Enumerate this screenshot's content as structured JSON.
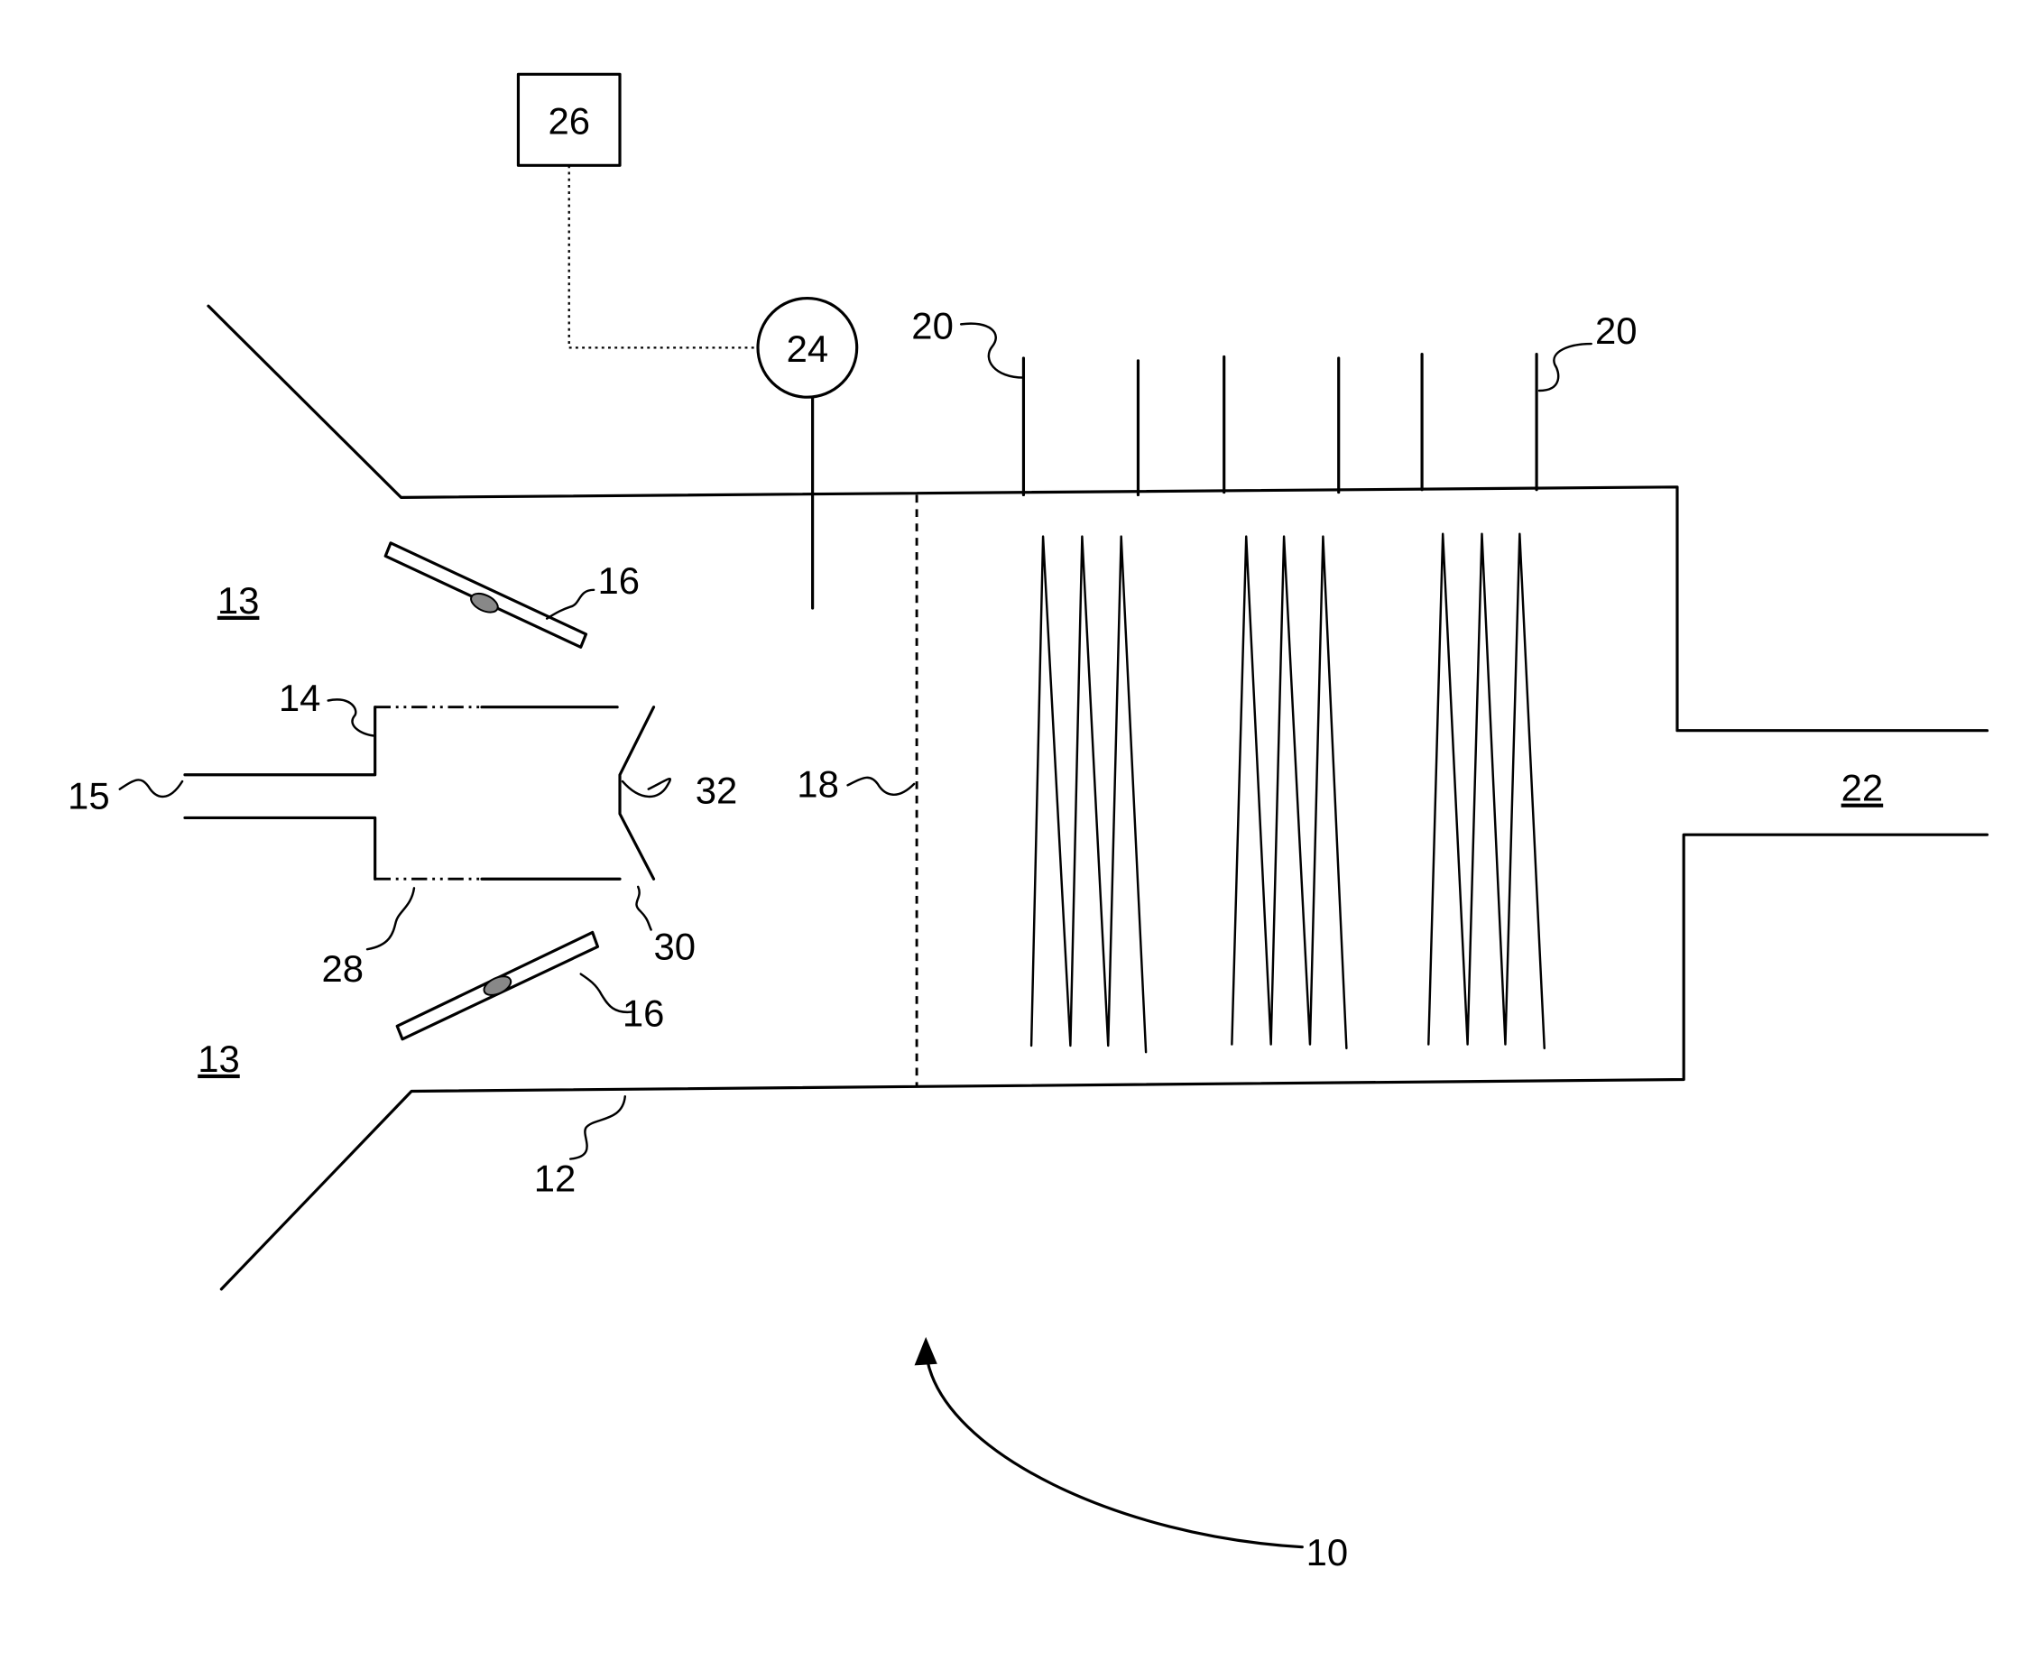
{
  "figure": {
    "refs": {
      "r10": "10",
      "r12": "12",
      "r13": "13",
      "r14": "14",
      "r15": "15",
      "r16": "16",
      "r18": "18",
      "r20": "20",
      "r22": "22",
      "r24": "24",
      "r26": "26",
      "r28": "28",
      "r30": "30",
      "r32": "32"
    }
  }
}
